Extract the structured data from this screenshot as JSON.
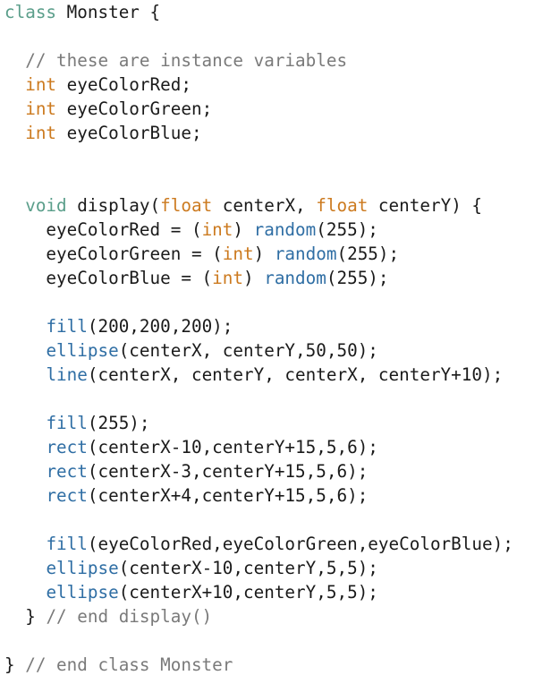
{
  "colors": {
    "plain": "#1a1a1a",
    "keyword": "#5a9e8a",
    "type": "#cc7a1f",
    "func": "#2f6ea4",
    "comment": "#7a7a7a"
  },
  "lines": [
    [
      {
        "t": "class",
        "k": "keyword"
      },
      {
        "t": " Monster {",
        "k": "plain"
      }
    ],
    [],
    [
      {
        "t": "  ",
        "k": "plain"
      },
      {
        "t": "// these are instance variables",
        "k": "comment"
      }
    ],
    [
      {
        "t": "  ",
        "k": "plain"
      },
      {
        "t": "int",
        "k": "type"
      },
      {
        "t": " eyeColorRed;",
        "k": "plain"
      }
    ],
    [
      {
        "t": "  ",
        "k": "plain"
      },
      {
        "t": "int",
        "k": "type"
      },
      {
        "t": " eyeColorGreen;",
        "k": "plain"
      }
    ],
    [
      {
        "t": "  ",
        "k": "plain"
      },
      {
        "t": "int",
        "k": "type"
      },
      {
        "t": " eyeColorBlue;",
        "k": "plain"
      }
    ],
    [],
    [],
    [
      {
        "t": "  ",
        "k": "plain"
      },
      {
        "t": "void",
        "k": "keyword"
      },
      {
        "t": " display(",
        "k": "plain"
      },
      {
        "t": "float",
        "k": "type"
      },
      {
        "t": " centerX, ",
        "k": "plain"
      },
      {
        "t": "float",
        "k": "type"
      },
      {
        "t": " centerY) {",
        "k": "plain"
      }
    ],
    [
      {
        "t": "    eyeColorRed = (",
        "k": "plain"
      },
      {
        "t": "int",
        "k": "type"
      },
      {
        "t": ") ",
        "k": "plain"
      },
      {
        "t": "random",
        "k": "func"
      },
      {
        "t": "(255);",
        "k": "plain"
      }
    ],
    [
      {
        "t": "    eyeColorGreen = (",
        "k": "plain"
      },
      {
        "t": "int",
        "k": "type"
      },
      {
        "t": ") ",
        "k": "plain"
      },
      {
        "t": "random",
        "k": "func"
      },
      {
        "t": "(255);",
        "k": "plain"
      }
    ],
    [
      {
        "t": "    eyeColorBlue = (",
        "k": "plain"
      },
      {
        "t": "int",
        "k": "type"
      },
      {
        "t": ") ",
        "k": "plain"
      },
      {
        "t": "random",
        "k": "func"
      },
      {
        "t": "(255);",
        "k": "plain"
      }
    ],
    [],
    [
      {
        "t": "    ",
        "k": "plain"
      },
      {
        "t": "fill",
        "k": "func"
      },
      {
        "t": "(200,200,200);",
        "k": "plain"
      }
    ],
    [
      {
        "t": "    ",
        "k": "plain"
      },
      {
        "t": "ellipse",
        "k": "func"
      },
      {
        "t": "(centerX, centerY,50,50);",
        "k": "plain"
      }
    ],
    [
      {
        "t": "    ",
        "k": "plain"
      },
      {
        "t": "line",
        "k": "func"
      },
      {
        "t": "(centerX, centerY, centerX, centerY+10);",
        "k": "plain"
      }
    ],
    [],
    [
      {
        "t": "    ",
        "k": "plain"
      },
      {
        "t": "fill",
        "k": "func"
      },
      {
        "t": "(255);",
        "k": "plain"
      }
    ],
    [
      {
        "t": "    ",
        "k": "plain"
      },
      {
        "t": "rect",
        "k": "func"
      },
      {
        "t": "(centerX-10,centerY+15,5,6);",
        "k": "plain"
      }
    ],
    [
      {
        "t": "    ",
        "k": "plain"
      },
      {
        "t": "rect",
        "k": "func"
      },
      {
        "t": "(centerX-3,centerY+15,5,6);",
        "k": "plain"
      }
    ],
    [
      {
        "t": "    ",
        "k": "plain"
      },
      {
        "t": "rect",
        "k": "func"
      },
      {
        "t": "(centerX+4,centerY+15,5,6);",
        "k": "plain"
      }
    ],
    [],
    [
      {
        "t": "    ",
        "k": "plain"
      },
      {
        "t": "fill",
        "k": "func"
      },
      {
        "t": "(eyeColorRed,eyeColorGreen,eyeColorBlue);",
        "k": "plain"
      }
    ],
    [
      {
        "t": "    ",
        "k": "plain"
      },
      {
        "t": "ellipse",
        "k": "func"
      },
      {
        "t": "(centerX-10,centerY,5,5);",
        "k": "plain"
      }
    ],
    [
      {
        "t": "    ",
        "k": "plain"
      },
      {
        "t": "ellipse",
        "k": "func"
      },
      {
        "t": "(centerX+10,centerY,5,5);",
        "k": "plain"
      }
    ],
    [
      {
        "t": "  } ",
        "k": "plain"
      },
      {
        "t": "// end display()",
        "k": "comment"
      }
    ],
    [],
    [
      {
        "t": "} ",
        "k": "plain"
      },
      {
        "t": "// end class Monster",
        "k": "comment"
      }
    ]
  ]
}
